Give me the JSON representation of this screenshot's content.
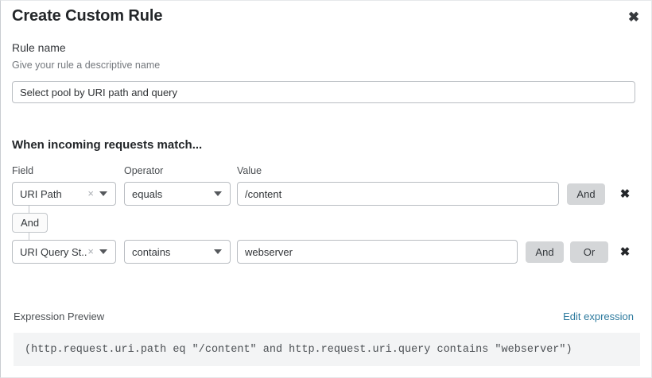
{
  "header": {
    "title": "Create Custom Rule",
    "close_icon": "close-icon",
    "close_glyph": "✖"
  },
  "rule_name": {
    "label": "Rule name",
    "help": "Give your rule a descriptive name",
    "value": "Select pool by URI path and query",
    "placeholder": "Give your rule a descriptive name"
  },
  "conditions": {
    "heading": "When incoming requests match...",
    "columns": {
      "field": "Field",
      "operator": "Operator",
      "value": "Value"
    },
    "connector": {
      "label": "And"
    },
    "rows": [
      {
        "field": "URI Path",
        "clear_glyph": "×",
        "operator": "equals",
        "value": "/content",
        "buttons": [
          "And"
        ],
        "delete_glyph": "✖"
      },
      {
        "field": "URI Query St...",
        "clear_glyph": "×",
        "operator": "contains",
        "value": "webserver",
        "buttons": [
          "And",
          "Or"
        ],
        "delete_glyph": "✖"
      }
    ]
  },
  "expression": {
    "label": "Expression Preview",
    "edit_link": "Edit expression",
    "code": "(http.request.uri.path eq \"/content\" and http.request.uri.query contains \"webserver\")"
  },
  "colors": {
    "link": "#2d7a9e",
    "logic_button_bg": "#d4d6d8",
    "code_bg": "#f3f4f5",
    "border": "#b9bdc2"
  }
}
